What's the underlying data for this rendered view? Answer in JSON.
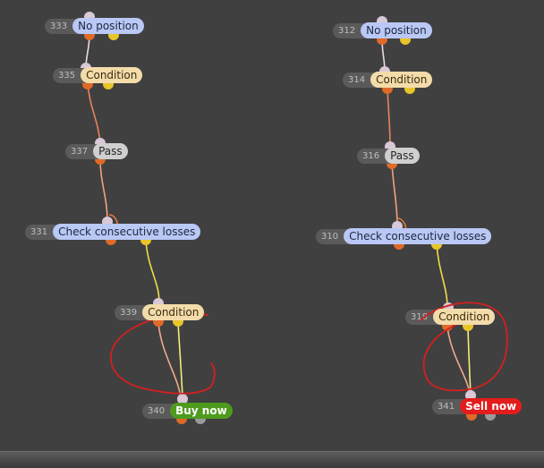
{
  "nodes": [
    {
      "id": "333",
      "label": "No position",
      "style": "blue"
    },
    {
      "id": "335",
      "label": "Condition",
      "style": "tan"
    },
    {
      "id": "337",
      "label": "Pass",
      "style": "grey"
    },
    {
      "id": "331",
      "label": "Check consecutive losses",
      "style": "blue"
    },
    {
      "id": "339",
      "label": "Condition",
      "style": "tan"
    },
    {
      "id": "340",
      "label": "Buy now",
      "style": "green"
    },
    {
      "id": "312",
      "label": "No position",
      "style": "blue"
    },
    {
      "id": "314",
      "label": "Condition",
      "style": "tan"
    },
    {
      "id": "316",
      "label": "Pass",
      "style": "grey"
    },
    {
      "id": "310",
      "label": "Check consecutive losses",
      "style": "blue"
    },
    {
      "id": "318",
      "label": "Condition",
      "style": "tan"
    },
    {
      "id": "341",
      "label": "Sell now",
      "style": "red"
    }
  ],
  "colors": {
    "background": "#404040",
    "port_input": "#d9c8d8",
    "port_true": "#e06a28",
    "port_false": "#e8c62a",
    "port_out": "#9a9a9a",
    "annotation": "#d42020"
  }
}
